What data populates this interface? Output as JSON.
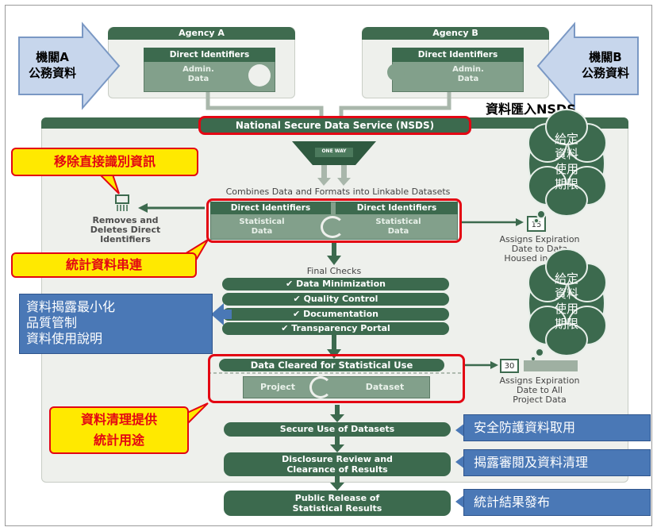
{
  "agency_a": {
    "title": "Agency A",
    "direct_identifiers": "Direct Identifiers",
    "admin_data": "Admin.\nData",
    "zh_line1": "機關",
    "zh_letter": "A",
    "zh_line2": "公務資料"
  },
  "agency_b": {
    "title": "Agency B",
    "direct_identifiers": "Direct Identifiers",
    "admin_data": "Admin.\nData",
    "zh_line1": "機關",
    "zh_letter": "B",
    "zh_line2": "公務資料"
  },
  "import_label_zh": "資料匯入",
  "import_label_en": "NSDS",
  "nsds_title": "National Secure Data Service (NSDS)",
  "one_way": "ONE WAY",
  "combines_text": "Combines Data and Formats into Linkable Datasets",
  "removes_text": "Removes and\nDeletes Direct\nIdentifiers",
  "linked": {
    "left_header": "Direct Identifiers",
    "right_header": "Direct Identifiers",
    "left_body": "Statistical\nData",
    "right_body": "Statistical\nData"
  },
  "calendar_15": "15",
  "expiration_1": "Assigns Expiration\nDate to Data\nHoused in NSDS",
  "cloud_text": "給定\n資料\n使用\n期限",
  "final_checks": "Final Checks",
  "checks": [
    "Data Minimization",
    "Quality Control",
    "Documentation",
    "Transparency Portal"
  ],
  "data_cleared": "Data Cleared for Statistical Use",
  "project": "Project",
  "dataset": "Dataset",
  "calendar_30": "30",
  "expiration_2": "Assigns Expiration\nDate to All\nProject Data",
  "secure_use": "Secure Use of Datasets",
  "disclosure": "Disclosure Review and\nClearance of Results",
  "public_release": "Public Release of\nStatistical Results",
  "callouts": {
    "remove_ids": "移除直接識別資訊",
    "linkage": "統計資料串連",
    "cleaning": "資料清理提供\n統計用途"
  },
  "blue_checks": [
    "資料揭露最小化",
    "品質管制",
    "資料使用說明"
  ],
  "blue_secure": "安全防護資料取用",
  "blue_disclosure": "揭露審閱及資料清理",
  "blue_release": "統計結果發布",
  "colors": {
    "dark_green": "#3c6a4e",
    "mid_green": "#82a08b",
    "red": "#e30613",
    "yellow": "#ffe900",
    "blue": "#4a78b6"
  }
}
